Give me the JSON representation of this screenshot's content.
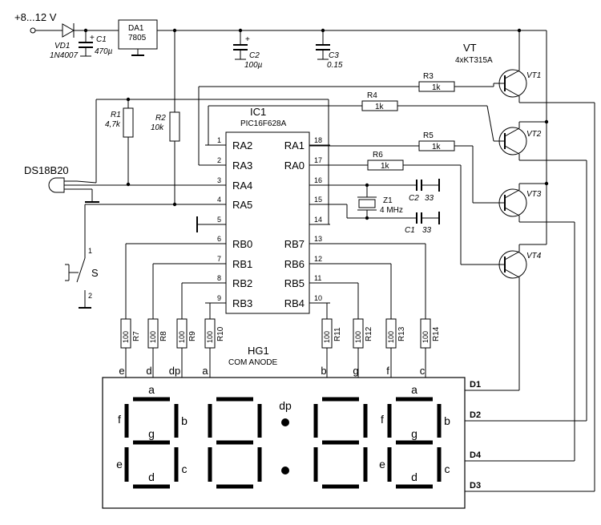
{
  "supply": {
    "label": "+8...12 V"
  },
  "vd1": {
    "ref": "VD1",
    "value": "1N4007"
  },
  "c1": {
    "ref": "C1",
    "value": "470µ"
  },
  "da1": {
    "ref": "DA1",
    "value": "7805"
  },
  "c2": {
    "ref": "C2",
    "value": "100µ"
  },
  "c3": {
    "ref": "C3",
    "value": "0.15"
  },
  "vt": {
    "ref": "VT",
    "value": "4xKT315A"
  },
  "transistors": [
    "VT1",
    "VT2",
    "VT3",
    "VT4"
  ],
  "r1": {
    "ref": "R1",
    "value": "4,7k"
  },
  "r2": {
    "ref": "R2",
    "value": "10k"
  },
  "sensor": {
    "label": "DS18B20"
  },
  "switch": {
    "label": "S",
    "pin1": "1",
    "pin2": "2"
  },
  "ic1": {
    "ref": "IC1",
    "part": "PIC16F628A",
    "left_pins": [
      {
        "num": "1",
        "name": "RA2"
      },
      {
        "num": "2",
        "name": "RA3"
      },
      {
        "num": "3",
        "name": "RA4"
      },
      {
        "num": "4",
        "name": "RA5"
      },
      {
        "num": "5",
        "name": ""
      },
      {
        "num": "6",
        "name": "RB0"
      },
      {
        "num": "7",
        "name": "RB1"
      },
      {
        "num": "8",
        "name": "RB2"
      },
      {
        "num": "9",
        "name": "RB3"
      }
    ],
    "right_pins": [
      {
        "num": "18",
        "name": "RA1"
      },
      {
        "num": "17",
        "name": "RA0"
      },
      {
        "num": "16",
        "name": ""
      },
      {
        "num": "15",
        "name": ""
      },
      {
        "num": "14",
        "name": ""
      },
      {
        "num": "13",
        "name": "RB7"
      },
      {
        "num": "12",
        "name": "RB6"
      },
      {
        "num": "11",
        "name": "RB5"
      },
      {
        "num": "10",
        "name": "RB4"
      }
    ]
  },
  "base_resistors": [
    {
      "ref": "R3",
      "value": "1k"
    },
    {
      "ref": "R4",
      "value": "1k"
    },
    {
      "ref": "R5",
      "value": "1k"
    },
    {
      "ref": "R6",
      "value": "1k"
    }
  ],
  "crystal": {
    "ref": "Z1",
    "value": "4 MHz"
  },
  "cap_c2": {
    "ref": "C2",
    "value": "33"
  },
  "cap_c1": {
    "ref": "C1",
    "value": "33"
  },
  "seg_resistors": [
    {
      "ref": "R7",
      "value": "100"
    },
    {
      "ref": "R8",
      "value": "100"
    },
    {
      "ref": "R9",
      "value": "100"
    },
    {
      "ref": "R10",
      "value": "100"
    },
    {
      "ref": "R11",
      "value": "100"
    },
    {
      "ref": "R12",
      "value": "100"
    },
    {
      "ref": "R13",
      "value": "100"
    },
    {
      "ref": "R14",
      "value": "100"
    }
  ],
  "display": {
    "ref": "HG1",
    "type": "COM ANODE",
    "segment_inputs": [
      "e",
      "d",
      "dp",
      "a",
      "b",
      "g",
      "f",
      "c"
    ],
    "digit_lines": [
      "D1",
      "D2",
      "D4",
      "D3"
    ],
    "digit1_labels": {
      "a": "a",
      "b": "b",
      "c": "c",
      "d": "d",
      "e": "e",
      "f": "f",
      "g": "g"
    },
    "digit4_labels": {
      "a": "a",
      "b": "b",
      "c": "c",
      "d": "d",
      "e": "e",
      "f": "f",
      "g": "g"
    },
    "dp_label": "dp"
  }
}
